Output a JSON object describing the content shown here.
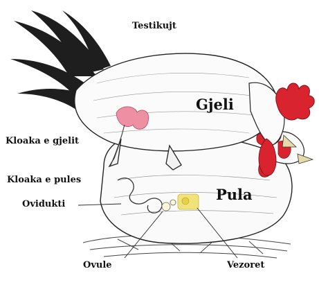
{
  "labels": {
    "testikujt": "Testikujt",
    "gjeli": "Gjeli",
    "kloaka_gjelit": "Kloaka e gjelit",
    "kloaka_pules": "Kloaka e pules",
    "ovidukti": "Ovidukti",
    "pula": "Pula",
    "ovule": "Ovule",
    "vezoret": "Vezoret"
  },
  "colors": {
    "comb": "#d9242f",
    "testis": "#ef8fa4",
    "ovary": "#f2e27a",
    "ink": "#1a1a1a",
    "background": "#ffffff"
  }
}
